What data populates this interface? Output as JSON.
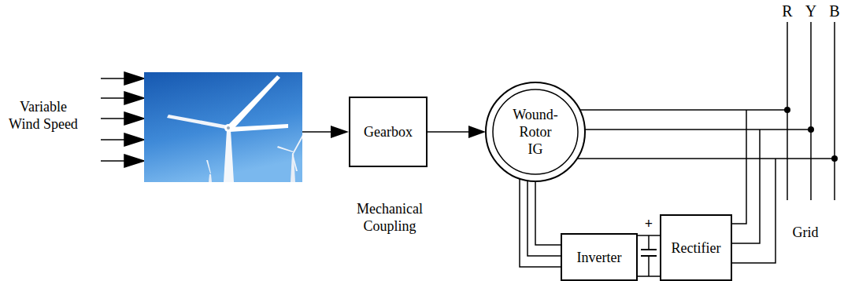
{
  "diagram": {
    "nodes": [
      {
        "text": [
          "Gearbox"
        ]
      },
      {
        "text": [
          "Wound- Rotor IG"
        ]
      },
      {
        "text": [
          "Inverter"
        ]
      },
      {
        "text": [
          "Rectifier"
        ]
      }
    ],
    "edges": [
      {
        "from": 0,
        "to": 1,
        "arrow": "to"
      },
      {
        "from": 1,
        "to": 2,
        "arrow": "none"
      },
      {
        "from": 2,
        "to": 3,
        "arrow": "none"
      }
    ],
    "labels": [
      "Variable Wind Speed",
      "Mechanical Coupling",
      "+",
      "R",
      "Y",
      "B",
      "Grid"
    ]
  }
}
